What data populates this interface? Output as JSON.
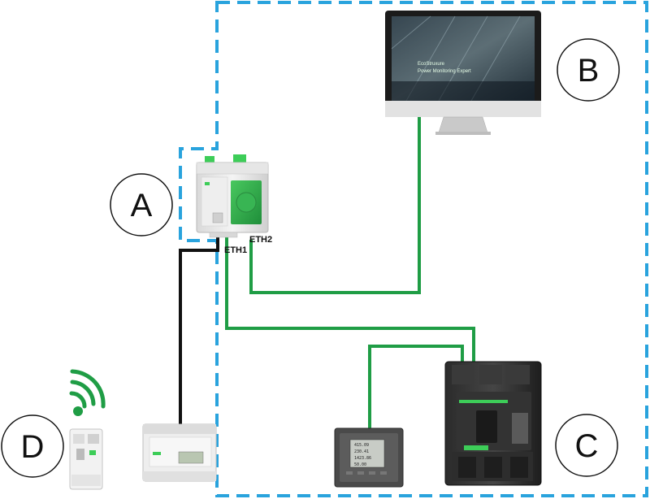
{
  "callouts": {
    "a": "A",
    "b": "B",
    "c": "C",
    "d": "D"
  },
  "ports": {
    "eth1": "ETH1",
    "eth2": "ETH2"
  },
  "monitor_screen": {
    "brand": "EcoStruxure",
    "title": "Power Monitoring Expert"
  },
  "meter_readings": [
    "415.09",
    "230.41",
    "1423.86",
    "50.00"
  ],
  "colors": {
    "boundary_dash": "#29a3dd",
    "ethernet_cable": "#1f9d45",
    "modbus_cable": "#111111",
    "schneider_green": "#3dcd58",
    "wireless": "#1f9d45"
  },
  "icons": {
    "wireless": "wifi-signal-icon"
  }
}
